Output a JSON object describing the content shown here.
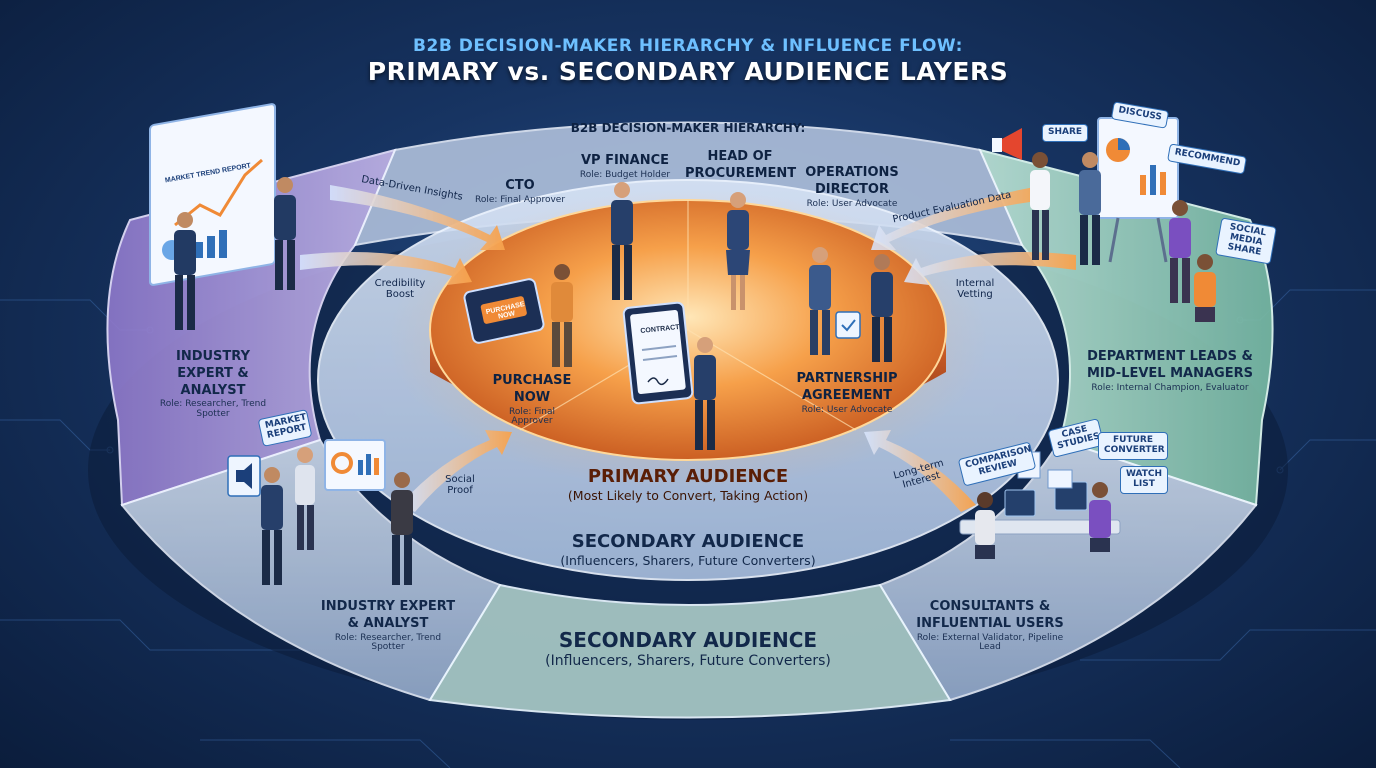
{
  "title": {
    "line1": "B2B DECISION-MAKER HIERARCHY & INFLUENCE FLOW:",
    "line2": "PRIMARY vs. SECONDARY AUDIENCE LAYERS"
  },
  "ring_header": "B2B DECISION-MAKER HIERARCHY:",
  "primary_roles": [
    {
      "name": "CTO",
      "role": "Role: Final Approver"
    },
    {
      "name": "VP FINANCE",
      "role": "Role: Budget Holder"
    },
    {
      "name": "HEAD OF PROCUREMENT",
      "role": ""
    },
    {
      "name": "OPERATIONS DIRECTOR",
      "role": "Role: User Advocate"
    }
  ],
  "primary_actions": [
    {
      "name": "PURCHASE NOW",
      "role": "Role: Final Approver"
    },
    {
      "name": "PARTNERSHIP AGREEMENT",
      "role": "Role: User Advocate"
    }
  ],
  "props": {
    "tablet_button": "PURCHASE NOW",
    "contract": "CONTRACT",
    "market_trend_report": "MARKET TREND REPORT",
    "market_report": "MARKET REPORT"
  },
  "primary_audience": {
    "title": "PRIMARY AUDIENCE",
    "subtitle": "(Most Likely to Convert, Taking Action)"
  },
  "secondary_audience_inner": {
    "title": "SECONDARY AUDIENCE",
    "subtitle": "(Influencers, Sharers, Future Converters)"
  },
  "secondary_audience_outer": {
    "title": "SECONDARY AUDIENCE",
    "subtitle": "(Influencers, Sharers, Future Converters)"
  },
  "secondary_groups": [
    {
      "name": "INDUSTRY EXPERT & ANALYST",
      "role": "Role: Researcher, Trend Spotter"
    },
    {
      "name": "DEPARTMENT LEADS & MID-LEVEL MANAGERS",
      "role": "Role: Internal Champion, Evaluator"
    },
    {
      "name": "INDUSTRY EXPERT & ANALYST",
      "role": "Role: Researcher, Trend Spotter"
    },
    {
      "name": "CONSULTANTS & INFLUENTIAL USERS",
      "role": "Role: External Validator, Pipeline Lead"
    }
  ],
  "flows": {
    "data_driven": "Data-Driven Insights",
    "credibility": "Credibility Boost",
    "product_eval": "Product Evaluation Data",
    "internal_vetting": "Internal Vetting",
    "social_proof": "Social Proof",
    "long_term": "Long-term Interest"
  },
  "tags": {
    "share": "SHARE",
    "discuss": "DISCUSS",
    "recommend": "RECOMMEND",
    "social_media_share": "SOCIAL MEDIA SHARE",
    "case_studies": "CASE STUDIES",
    "future_converter": "FUTURE CONVERTER",
    "watch_list": "WATCH LIST",
    "comparison_review": "COMPARISON REVIEW"
  },
  "colors": {
    "primary_glow": "#f08a36",
    "inner_ring": "#b9cbe6",
    "left_ring": "#a48cd8",
    "right_ring": "#8fd0b8",
    "accent_blue": "#6ec0ff"
  }
}
